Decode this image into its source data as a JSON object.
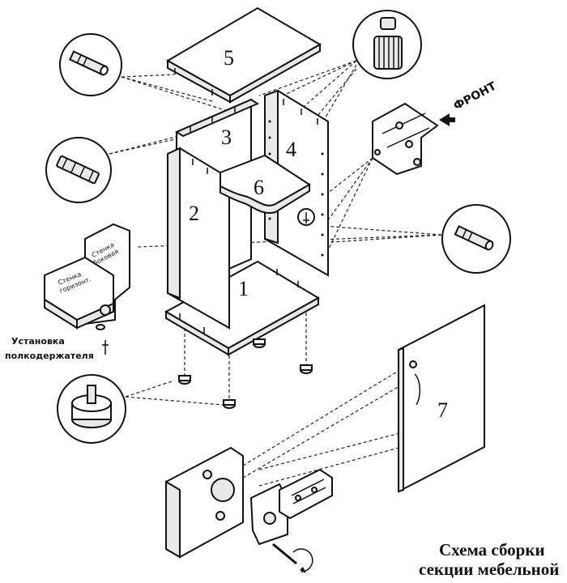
{
  "diagram": {
    "title_line1": "Схема сборки",
    "title_line2": "секции мебельной",
    "parts": [
      "1",
      "2",
      "3",
      "4",
      "5",
      "6",
      "7"
    ],
    "labels": {
      "front": "ФРОНТ",
      "shelf_support_line1": "Установка",
      "shelf_support_line2": "полкодержателя",
      "side_wall_line1": "Стенка",
      "side_wall_line2": "боковая",
      "rear_wall_line1": "Стенка",
      "rear_wall_line2": "горизонт."
    }
  }
}
